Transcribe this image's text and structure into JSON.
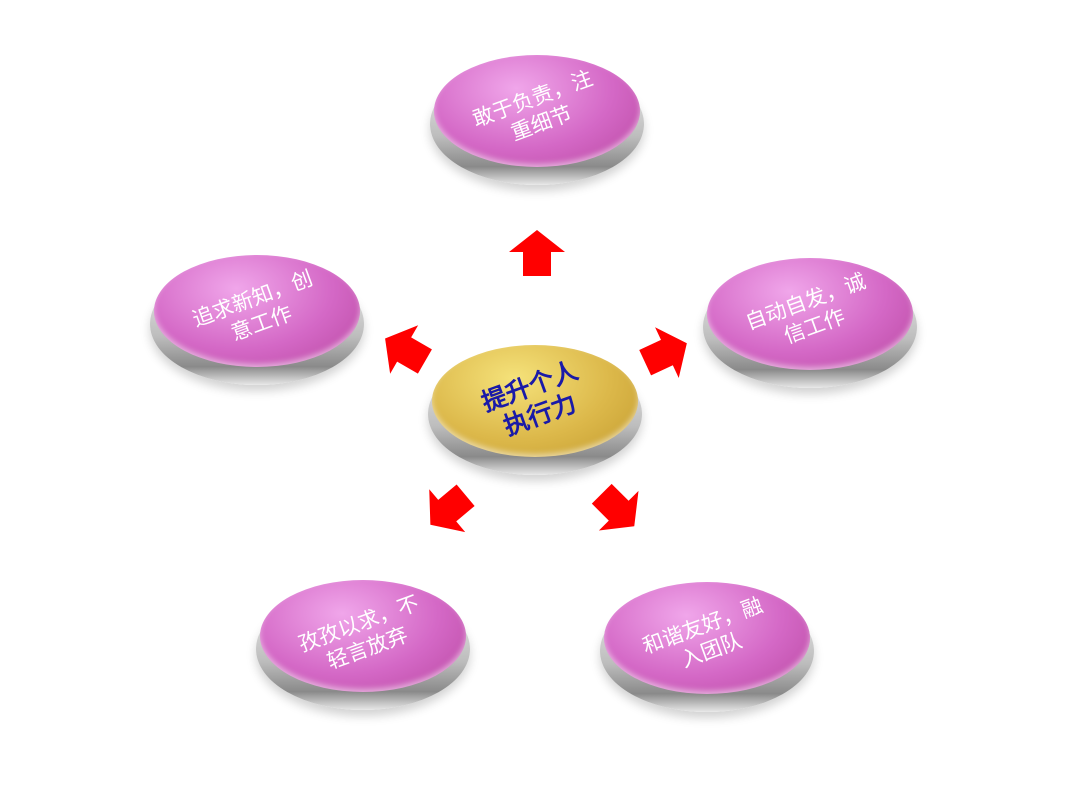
{
  "center": {
    "text": "提升个人执行力",
    "color": "#1a1aa8"
  },
  "items": [
    {
      "text": "敢于负责，注重细节"
    },
    {
      "text": "追求新知，创意工作"
    },
    {
      "text": "自动自发，诚信工作"
    },
    {
      "text": "孜孜以求，不轻言放弃"
    },
    {
      "text": "和谐友好，融入团队"
    }
  ],
  "colors": {
    "arrow": "#ff0000",
    "disc": "#d468c6",
    "center_disc": "#dcb84a"
  }
}
